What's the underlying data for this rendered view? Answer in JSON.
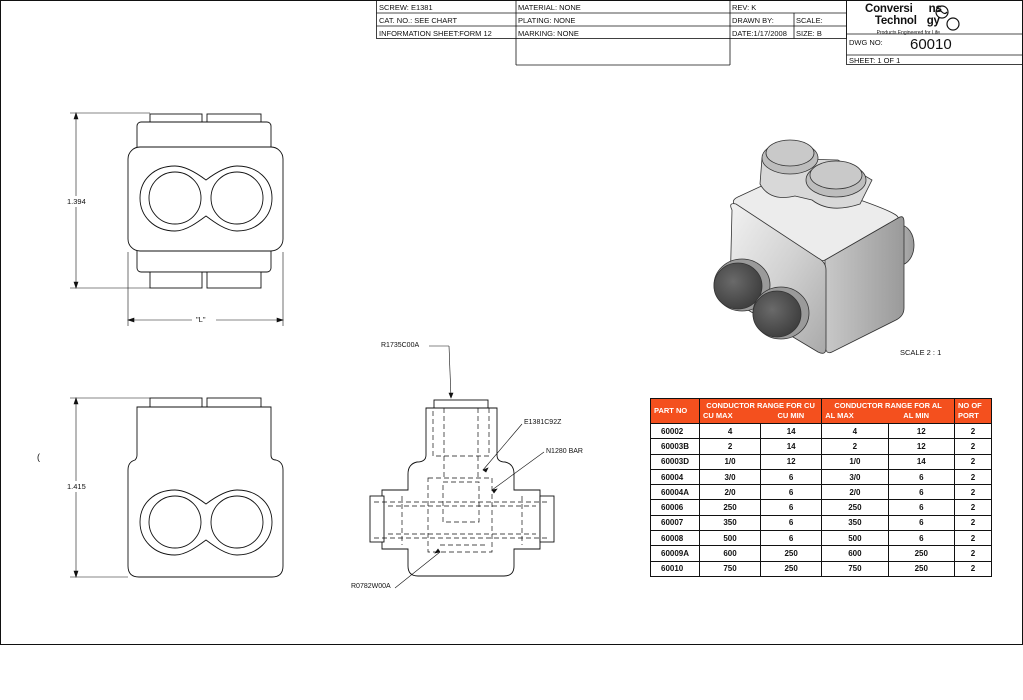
{
  "title_block": {
    "screw": "SCREW:  E1381",
    "cat_no": "CAT. NO.: SEE CHART",
    "info_sheet": "INFORMATION SHEET:FORM 12",
    "material": "MATERIAL:   NONE",
    "plating": "PLATING:     NONE",
    "marking": "MARKING:    NONE",
    "rev": "REV:   K",
    "drawn_by": "DRAWN BY:",
    "date": "DATE:1/17/2008",
    "scale_label": "SCALE:",
    "size": "SIZE:  B",
    "dwg_no_label": "DWG NO:",
    "dwg_no": "60010",
    "sheet": "SHEET:     1  OF  1"
  },
  "logo": {
    "line1": "Conversi",
    "line1b": "ns",
    "line2": "Technol",
    "line2b": "gy",
    "tagline": "Products Engineered for Life"
  },
  "dimensions": {
    "height_top": "1.394",
    "width": "\"L\"",
    "height_bottom": "1.415"
  },
  "stray_mark": "(",
  "callouts": {
    "r1735": "R1735C00A",
    "e1381": "E1381C92Z",
    "n1280": "N1280 BAR",
    "r0782": "R0782W00A"
  },
  "scale_note": "SCALE 2 : 1",
  "colors": {
    "header": "#f4501e",
    "line": "#111111",
    "iso_body": "#cfcfcf",
    "iso_cap": "#555555"
  },
  "table": {
    "headers": {
      "part": "PART NO",
      "cu": "CONDUCTOR RANGE FOR CU",
      "cu_max": "CU MAX",
      "cu_min": "CU MIN",
      "al": "CONDUCTOR RANGE FOR AL",
      "al_max": "AL MAX",
      "al_min": "AL MIN",
      "port": "NO OF PORT"
    },
    "rows": [
      [
        "60002",
        "4",
        "14",
        "4",
        "12",
        "2"
      ],
      [
        "60003B",
        "2",
        "14",
        "2",
        "12",
        "2"
      ],
      [
        "60003D",
        "1/0",
        "12",
        "1/0",
        "14",
        "2"
      ],
      [
        "60004",
        "3/0",
        "6",
        "3/0",
        "6",
        "2"
      ],
      [
        "60004A",
        "2/0",
        "6",
        "2/0",
        "6",
        "2"
      ],
      [
        "60006",
        "250",
        "6",
        "250",
        "6",
        "2"
      ],
      [
        "60007",
        "350",
        "6",
        "350",
        "6",
        "2"
      ],
      [
        "60008",
        "500",
        "6",
        "500",
        "6",
        "2"
      ],
      [
        "60009A",
        "600",
        "250",
        "600",
        "250",
        "2"
      ],
      [
        "60010",
        "750",
        "250",
        "750",
        "250",
        "2"
      ]
    ]
  }
}
